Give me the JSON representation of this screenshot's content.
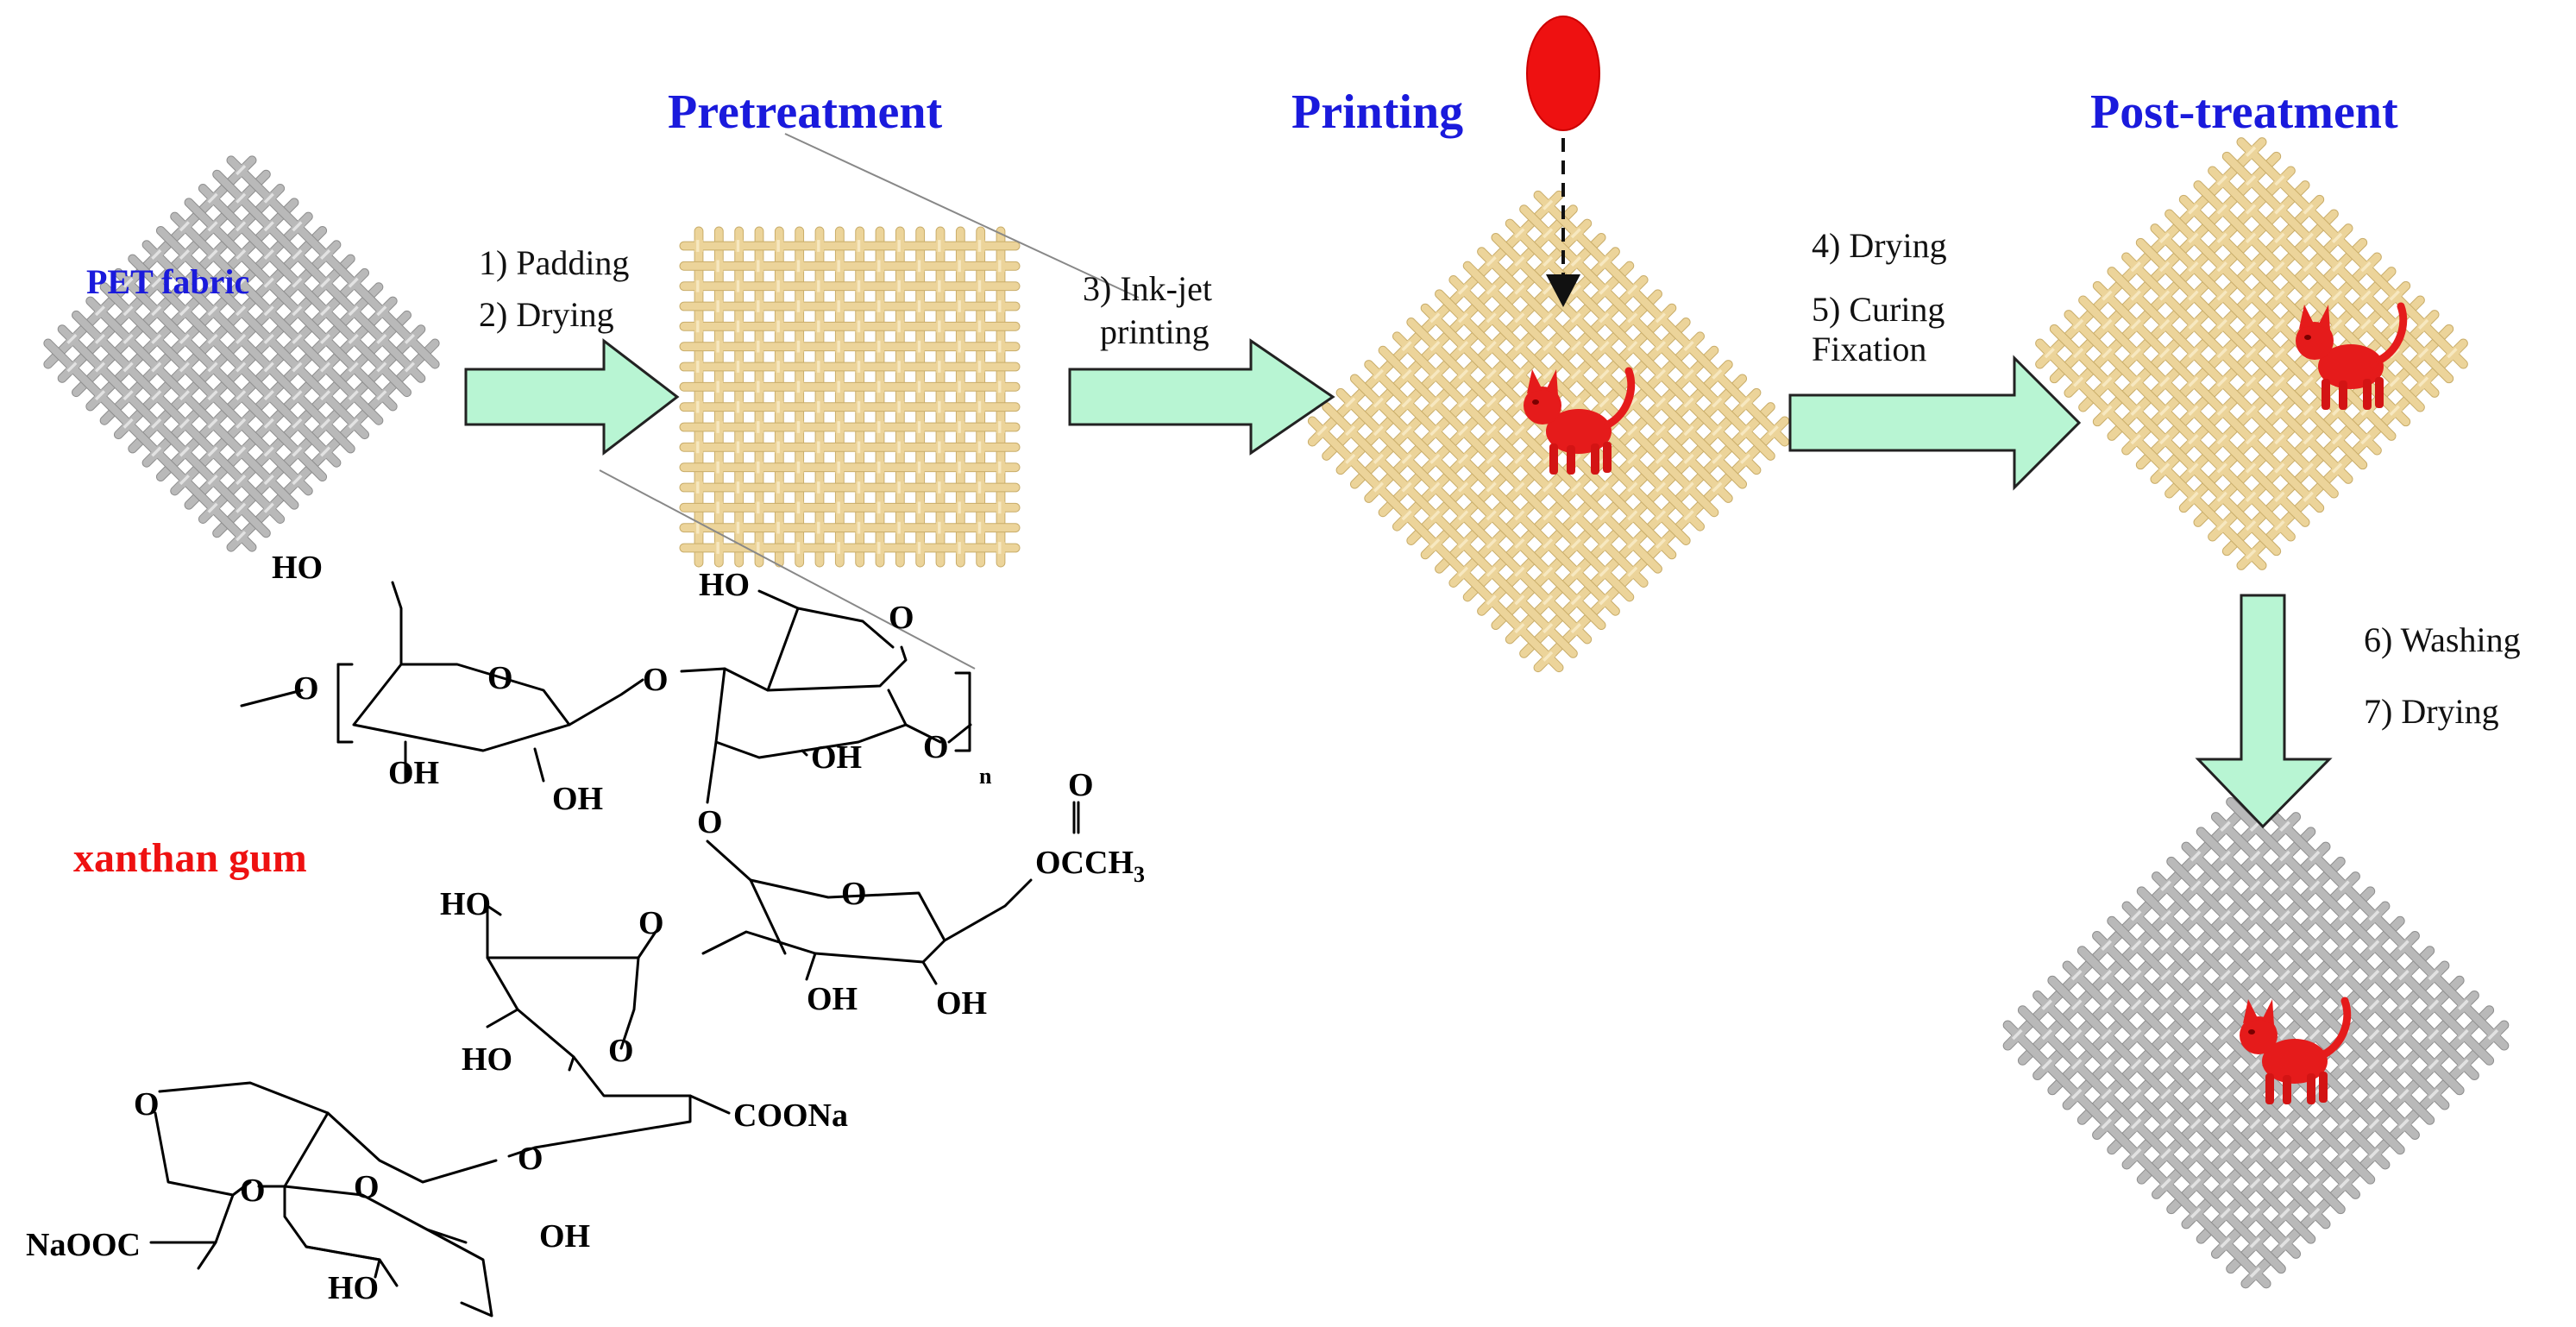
{
  "colors": {
    "stage_title": "#1a1adc",
    "pet_fiber": "#b9b9b9",
    "treated_fiber": "#ecd49a",
    "arrow_fill": "#b8f5d3",
    "ink": "#ee1111",
    "label_red": "#ee1111"
  },
  "stages": {
    "pretreatment": "Pretreatment",
    "printing": "Printing",
    "post_treatment": "Post-treatment"
  },
  "fabric_label": "PET fabric",
  "polymer_label": "xanthan gum",
  "steps": {
    "padding": "1) Padding",
    "drying1": "2) Drying",
    "inkjet_line1": "3) Ink-jet",
    "inkjet_line2": "printing",
    "drying2": "4) Drying",
    "curing_line1": "5) Curing",
    "curing_line2": "Fixation",
    "washing": "6) Washing",
    "drying3": "7) Drying"
  },
  "chem": {
    "ho1": "HO",
    "ho2": "HO",
    "o_ring1": "O",
    "o_link1": "O",
    "o_left": "O",
    "oh1": "OH",
    "oh2": "OH",
    "o_ring2": "O",
    "o_ring2b": "O",
    "oh3": "OH",
    "n_sub": "n",
    "o_branch": "O",
    "o_ring3": "O",
    "o_link2": "O",
    "acetyl_o": "O",
    "acetyl": "OCCH",
    "acetyl_sub": "3",
    "oh4": "OH",
    "oh5": "OH",
    "ho3": "HO",
    "ho4": "HO",
    "o_ring4": "O",
    "coona": "COONa",
    "o_link3": "O",
    "o_ketal1": "O",
    "o_ketal2": "O",
    "o_ring5": "O",
    "naooc": "NaOOC",
    "ho5": "HO",
    "oh6": "OH"
  }
}
